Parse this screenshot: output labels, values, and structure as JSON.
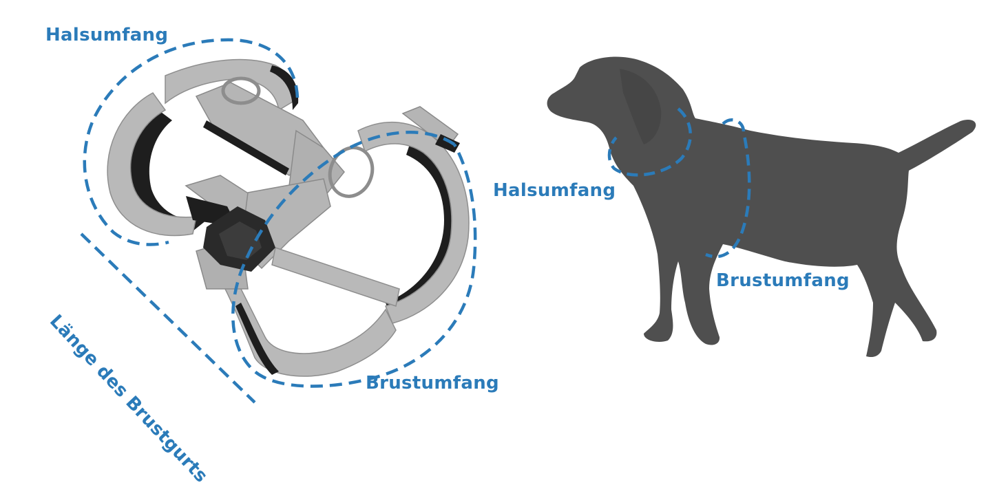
{
  "labels": {
    "harness_neck": "Halsumfang",
    "harness_chest": "Brustumfang",
    "strap_length": "Länge des Brustgurts",
    "dog_neck": "Halsumfang",
    "dog_chest": "Brustumfang"
  },
  "colors": {
    "accent": "#2b7bb9",
    "dog_silhouette": "#4f4f4f",
    "strap_grey": "#b9b9b9",
    "strap_edge": "#1e1e1e",
    "buckle": "#2a2a2a"
  }
}
